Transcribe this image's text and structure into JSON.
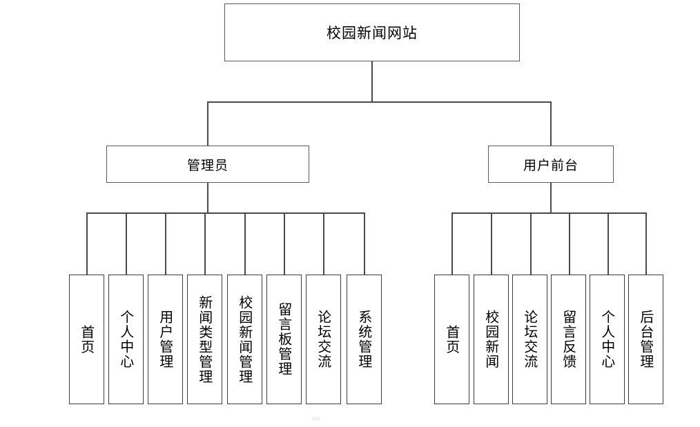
{
  "diagram": {
    "title": "校园新闻网站",
    "type": "site-structure-tree",
    "root": {
      "label": "校园新闻网站"
    },
    "branches": [
      {
        "id": "admin",
        "label": "管理员",
        "leaves": [
          {
            "label": "首页"
          },
          {
            "label": "个人中心"
          },
          {
            "label": "用户管理"
          },
          {
            "label": "新闻类型管理"
          },
          {
            "label": "校园新闻管理"
          },
          {
            "label": "留言板管理"
          },
          {
            "label": "论坛交流"
          },
          {
            "label": "系统管理"
          }
        ]
      },
      {
        "id": "user",
        "label": "用户前台",
        "leaves": [
          {
            "label": "首页"
          },
          {
            "label": "校园新闻"
          },
          {
            "label": "论坛交流"
          },
          {
            "label": "留言反馈"
          },
          {
            "label": "个人中心"
          },
          {
            "label": "后台管理"
          }
        ]
      }
    ],
    "colors": {
      "box_border": "#5a5a5a",
      "leaf_border": "#3a3a3a",
      "connector": "#4a4a4a",
      "background": "#ffffff",
      "text": "#000000"
    }
  }
}
